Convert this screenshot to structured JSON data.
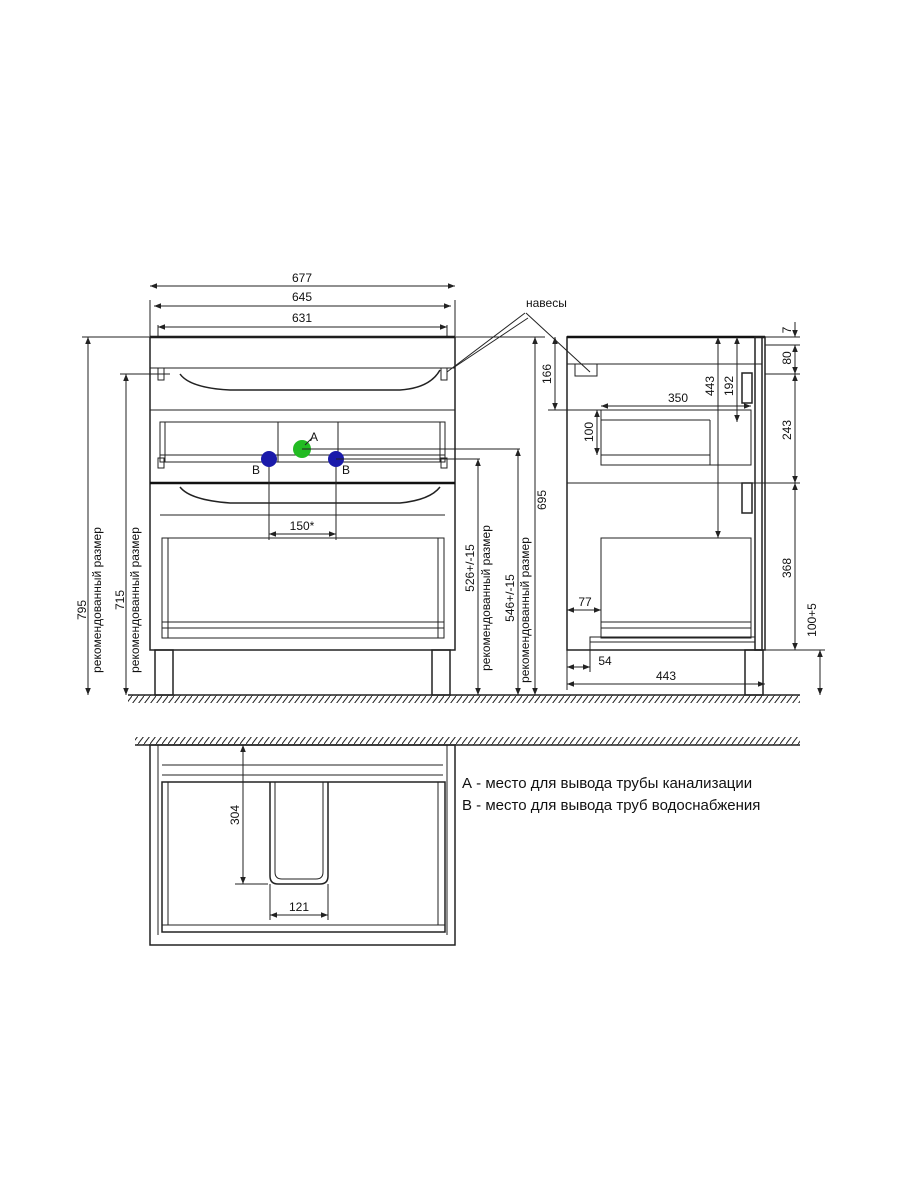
{
  "front": {
    "width_677": "677",
    "width_645": "645",
    "width_631": "631",
    "label_a": "A",
    "label_b1": "B",
    "label_b2": "B",
    "dim_150": "150*",
    "height_795": "795",
    "height_715": "715",
    "rec_size_1": "рекомендованный размер",
    "rec_size_2": "рекомендованный размер",
    "dim_526": "526+/-15",
    "rec_size_3": "рекомендованный размер",
    "dim_546": "546+/-15",
    "rec_size_4": "рекомендованный размер",
    "height_695": "695"
  },
  "side": {
    "hinges_label": "навесы",
    "dim_7": "7",
    "dim_80": "80",
    "dim_166": "166",
    "dim_443_v": "443",
    "dim_192": "192",
    "dim_350": "350",
    "dim_243": "243",
    "dim_100": "100",
    "dim_368": "368",
    "dim_77": "77",
    "dim_100_5": "100+5",
    "dim_54": "54",
    "dim_443_h": "443"
  },
  "top": {
    "dim_304": "304",
    "dim_121": "121"
  },
  "legend": {
    "line_a": "А - место для вывода трубы канализации",
    "line_b": "В - место для вывода труб водоснабжения"
  },
  "colors": {
    "drain_point": "#22bb22",
    "water_point": "#1a1aaa"
  }
}
